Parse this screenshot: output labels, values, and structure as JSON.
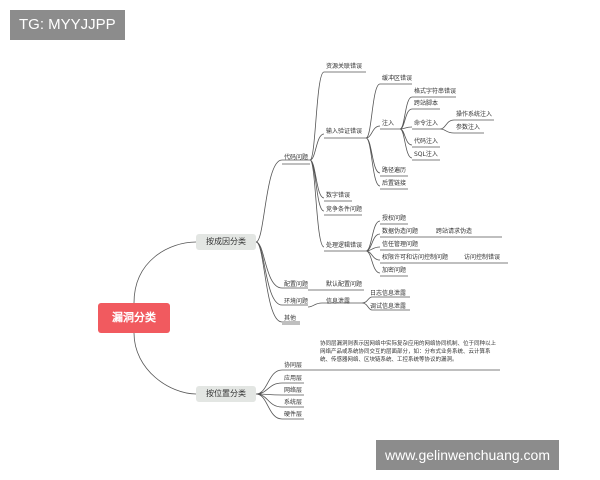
{
  "watermark_top": "TG: MYYJJPP",
  "watermark_bottom": "www.gelinwenchuang.com",
  "root": "漏洞分类",
  "cause": {
    "label": "按成因分类",
    "code": {
      "label": "代码问题",
      "resource": "资源关联错误",
      "input": {
        "label": "输入验证错误",
        "buffer": "缓冲区错误",
        "inject": {
          "label": "注入",
          "format": "格式字符串错误",
          "xss": "跨站脚本",
          "cmd": {
            "label": "命令注入",
            "os": "操作系统注入",
            "param": "参数注入"
          },
          "code": "代码注入",
          "sql": "SQL注入"
        },
        "path": "路径遍历",
        "link": "后置链接"
      },
      "numeric": "数字错误",
      "race": "竞争条件问题",
      "logic": {
        "label": "处理逻辑错误",
        "authz": "授权问题",
        "forge": {
          "label": "数据伪造问题",
          "csrf": "跨站请求伪造"
        },
        "trust": "信任管理问题",
        "perm": {
          "label": "权限许可和访问控制问题",
          "access": "访问控制错误"
        },
        "crypto": "加密问题"
      }
    },
    "config": {
      "label": "配置问题",
      "default": "默认配置问题"
    },
    "env": {
      "label": "环境问题",
      "leak": {
        "label": "信息泄露",
        "log": "日志信息泄露",
        "debug": "调试信息泄露"
      }
    },
    "other": "其他"
  },
  "position": {
    "label": "按位置分类",
    "protocol": "协同层",
    "protocol_desc": "协同层漏洞则表示因网络中实际复杂应用的网络协同机制、位于同种以上网络产品或系统协同交互的层面部分，如：分布式业务系统、云计算系统、传感器网络、区块链系统、工控系统等协议的漏洞。",
    "app": "应用层",
    "net": "网络层",
    "sys": "系统层",
    "hw": "硬件层"
  }
}
